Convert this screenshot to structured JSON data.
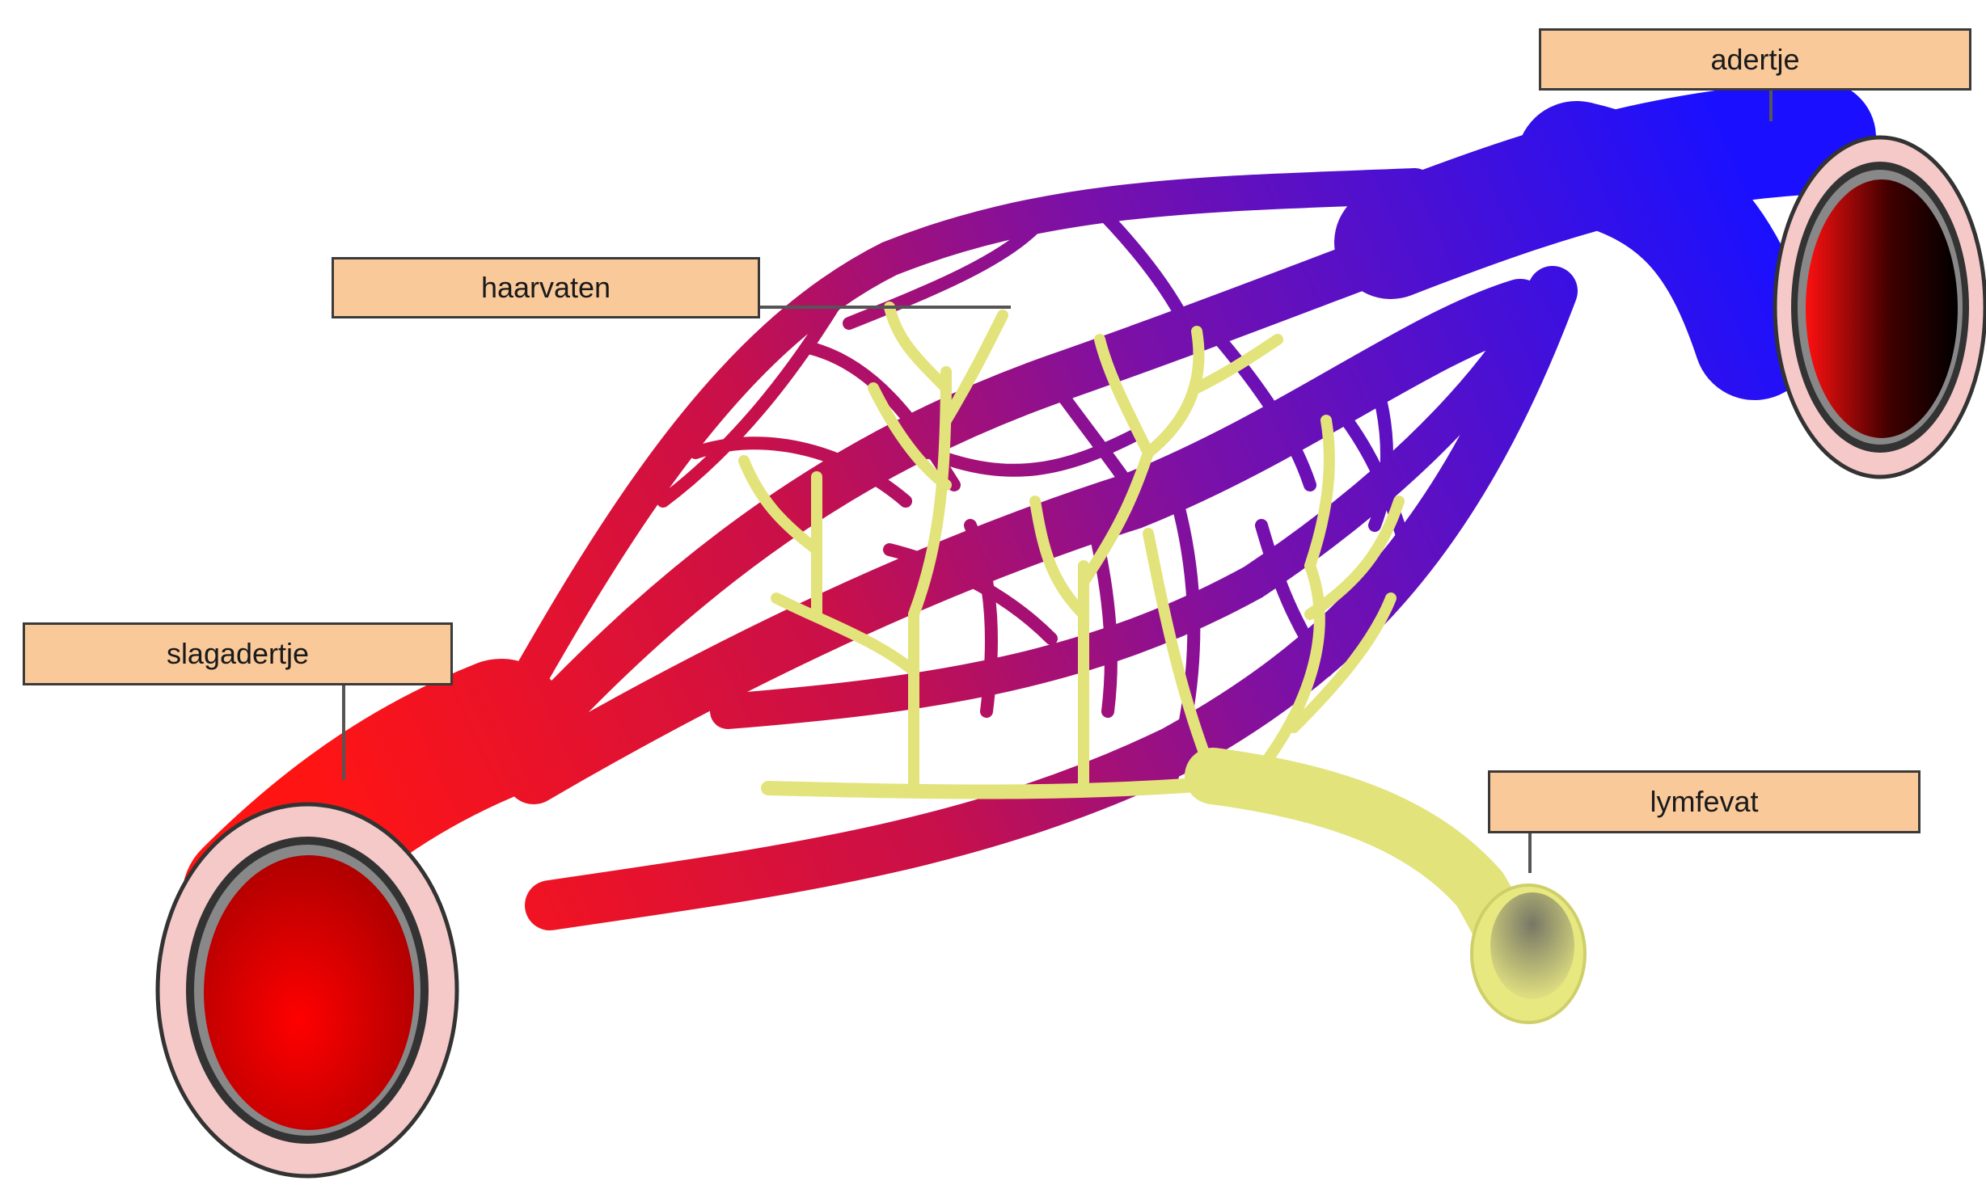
{
  "labels": {
    "venule": "adertje",
    "capillaries": "haarvaten",
    "arteriole": "slagadertje",
    "lymph_vessel": "lymfevat"
  },
  "colors": {
    "arterial": "#ff1a1a",
    "mixed": "#a0147a",
    "venous": "#2a10ff",
    "lymph": "#e6e67a",
    "label_fill": "#f9c99a",
    "vessel_wall": "#f3c3c3"
  }
}
